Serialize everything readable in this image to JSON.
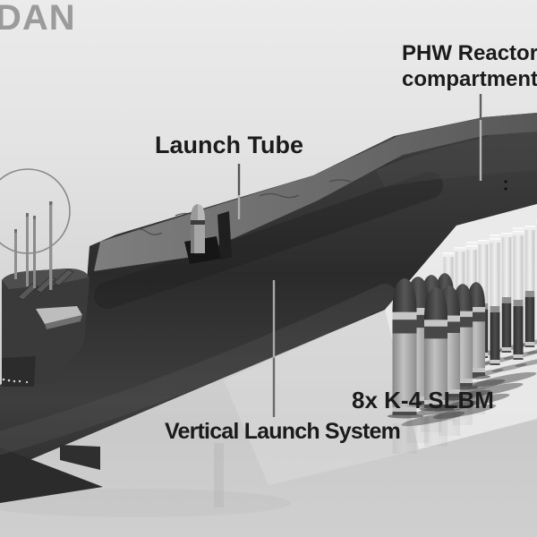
{
  "watermark": {
    "text": "DAN"
  },
  "callouts": {
    "reactor": {
      "line1": "PHW Reactor",
      "line2": "compartment"
    },
    "launch_tube": {
      "label": "Launch Tube"
    },
    "vls": {
      "label": "Vertical Launch System"
    },
    "slbm": {
      "label": "8x K-4 SLBM"
    }
  },
  "subject": {
    "type": "submarine 3D render, annotated",
    "missile_groups": [
      {
        "name": "K-4 SLBM",
        "count_label": "8x",
        "visible_count": 8
      },
      {
        "name": "slim missile cluster",
        "visible_count": 12
      }
    ]
  },
  "colors": {
    "background_top": "#ebebeb",
    "background_bottom": "#cfcfcf",
    "hull": "#2e2e2e",
    "deck": "#6c6c6c",
    "label_text": "#1b1b1b",
    "watermark": "#9b9b9b",
    "missile_body": "#a8a8a8",
    "missile_nose": "#3d3d3d",
    "annotation_circle": "#8a8a8a"
  }
}
